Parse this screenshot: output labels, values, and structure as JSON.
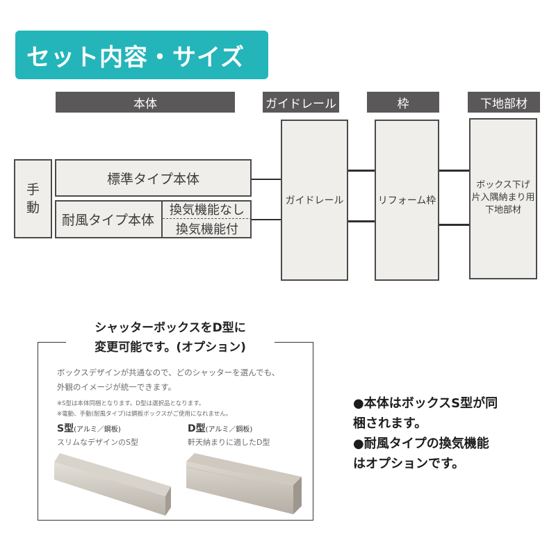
{
  "title": "セット内容・サイズ",
  "headers": {
    "body": "本体",
    "guide_rail": "ガイドレール",
    "frame": "枠",
    "base_material": "下地部材"
  },
  "manual_label": [
    "手",
    "動"
  ],
  "standard_body": "標準タイプ本体",
  "windproof_body": "耐風タイプ本体",
  "vent_none": "換気機能なし",
  "vent_with": "換気機能付",
  "guide_rail_box": "ガイドレール",
  "frame_box": "リフォーム枠",
  "base_box": [
    "ボックス下げ",
    "片入隅納まり用",
    "下地部材"
  ],
  "option": {
    "heading_line1": "シャッターボックスをD型に",
    "heading_line2": "変更可能です。(オプション)",
    "desc_line1": "ボックスデザインが共通なので、どのシャッターを選んでも、",
    "desc_line2": "外観のイメージが統一できます。",
    "note1": "※S型は本体同梱となります。D型は選択品となります。",
    "note2": "※電動、手動(耐風タイプ)は鋼板ボックスがご使用になれません。",
    "s_type": {
      "name": "S型",
      "material": "(アルミ／鋼板)",
      "desc": "スリムなデザインのS型"
    },
    "d_type": {
      "name": "D型",
      "material": "(アルミ／鋼板)",
      "desc": "軒天納まりに適したD型"
    }
  },
  "notes": [
    "●本体はボックスS型が同",
    "梱されます。",
    "●耐風タイプの換気機能",
    "はオプションです。"
  ],
  "colors": {
    "accent": "#23b5ba",
    "header_bg": "#5b5859",
    "box_fill": "#efeeea"
  }
}
